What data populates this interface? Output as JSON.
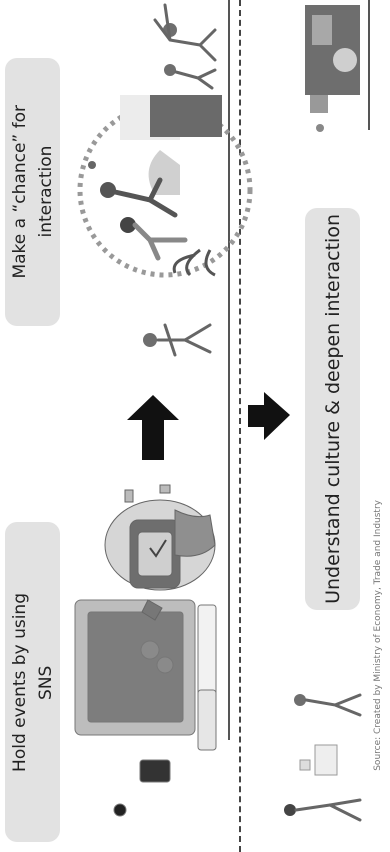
{
  "labels": {
    "hold_events": "Hold events by using\nSNS",
    "make_chance": "Make a “chance” for\ninteraction",
    "understand_culture": "Understand culture & deepen interaction"
  },
  "caption": "Source: Created by Ministry of Economy, Trade and Industry",
  "arrows": {
    "upper": "up-arrow",
    "lower": "right-arrow"
  },
  "colors": {
    "box_bg": "#e2e2e2",
    "arrow": "#111111",
    "illustration": "#8c8c8c"
  }
}
